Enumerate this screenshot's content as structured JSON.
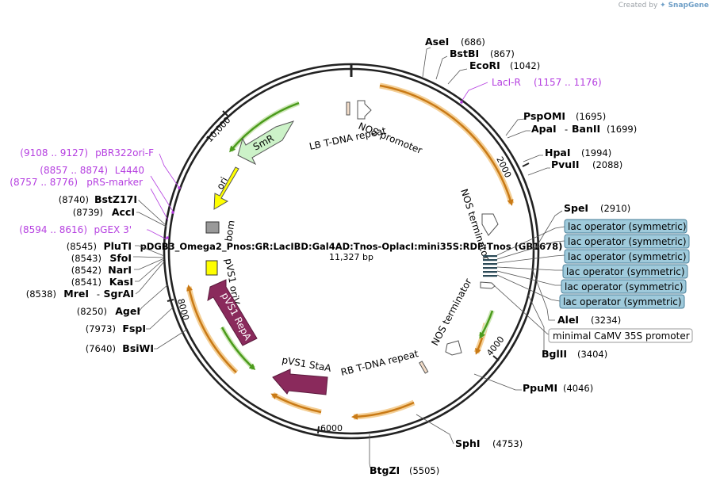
{
  "app": {
    "credit_prefix": "Created by",
    "credit_brand": "SnapGene"
  },
  "plasmid": {
    "name": "pDGB3_Omega2_Pnos:GR:LacIBD:Gal4AD:Tnos-OplacI:mini35S:RDF:Tnos (GB1678)",
    "length_label": "11,327 bp"
  },
  "ticks": [
    "2000",
    "4000",
    "6000",
    "8000",
    "10,000"
  ],
  "sites": {
    "asei": {
      "name": "AseI",
      "pos": "(686)"
    },
    "bstbi": {
      "name": "BstBI",
      "pos": "(867)"
    },
    "ecori": {
      "name": "EcoRI",
      "pos": "(1042)"
    },
    "pspomi": {
      "name": "PspOMI",
      "pos": "(1695)"
    },
    "apai": {
      "name": "ApaI",
      "sep": "-",
      "name2": "BanII",
      "pos": "(1699)"
    },
    "hpai": {
      "name": "HpaI",
      "pos": "(1994)"
    },
    "pvuii": {
      "name": "PvuII",
      "pos": "(2088)"
    },
    "spei": {
      "name": "SpeI",
      "pos": "(2910)"
    },
    "alei": {
      "name": "AleI",
      "pos": "(3234)"
    },
    "bglii": {
      "name": "BglII",
      "pos": "(3404)"
    },
    "ppumi": {
      "name": "PpuMI",
      "pos": "(4046)"
    },
    "sphi": {
      "name": "SphI",
      "pos": "(4753)"
    },
    "btgzi": {
      "name": "BtgZI",
      "pos": "(5505)"
    },
    "bsiwi": {
      "name": "BsiWI",
      "pos": "(7640)"
    },
    "fspi": {
      "name": "FspI",
      "pos": "(7973)"
    },
    "agei": {
      "name": "AgeI",
      "pos": "(8250)"
    },
    "mrei": {
      "name": "MreI",
      "sep": "-",
      "name2": "SgrAI",
      "pos": "(8538)"
    },
    "kasi": {
      "name": "KasI",
      "pos": "(8541)"
    },
    "nari": {
      "name": "NarI",
      "pos": "(8542)"
    },
    "sfoi": {
      "name": "SfoI",
      "pos": "(8543)"
    },
    "pluti": {
      "name": "PluTI",
      "pos": "(8545)"
    },
    "acci": {
      "name": "AccI",
      "pos": "(8739)"
    },
    "bstz17i": {
      "name": "BstZ17I",
      "pos": "(8740)"
    }
  },
  "primers": {
    "laci_r": {
      "name": "LacI-R",
      "pos": "(1157 .. 1176)"
    },
    "pbr322": {
      "name": "pBR322ori-F",
      "pos": "(9108 .. 9127)"
    },
    "l4440": {
      "name": "L4440",
      "pos": "(8857 .. 8874)"
    },
    "prs_marker": {
      "name": "pRS-marker",
      "pos": "(8757 .. 8776)"
    },
    "pgex3": {
      "name": "pGEX 3'",
      "pos": "(8594 .. 8616)"
    }
  },
  "features": {
    "smr": "SmR",
    "ori": "ori",
    "bom": "bom",
    "pvs1_oriv": "pVS1 oriV",
    "pvs1_repa": "pVS1 RepA",
    "pvs1_staa": "pVS1 StaA",
    "lb": "LB T-DNA repeat",
    "rb": "RB T-DNA repeat",
    "nos_promoter": "NOS promoter",
    "nos_term_1": "NOS terminator",
    "nos_term_2": "NOS terminator",
    "lac_operators": [
      "lac operator (symmetric)",
      "lac operator (symmetric)",
      "lac operator (symmetric)",
      "lac operator (symmetric)",
      "lac operator (symmetric)",
      "lac operator (symmetric)"
    ],
    "mini35s": "minimal CaMV 35S promoter"
  },
  "colors": {
    "backbone": "#222222",
    "orf_orange": "#c97a16",
    "orf_halo": "#f4cf96",
    "smr_fill": "#ccf2c8",
    "green_arrow": "#4b9b1c",
    "ori_yellow": "#ffff00",
    "repa_purple": "#8a2a5c",
    "primer_purple": "#b53fe0",
    "lac_box": "#9fcadb"
  }
}
